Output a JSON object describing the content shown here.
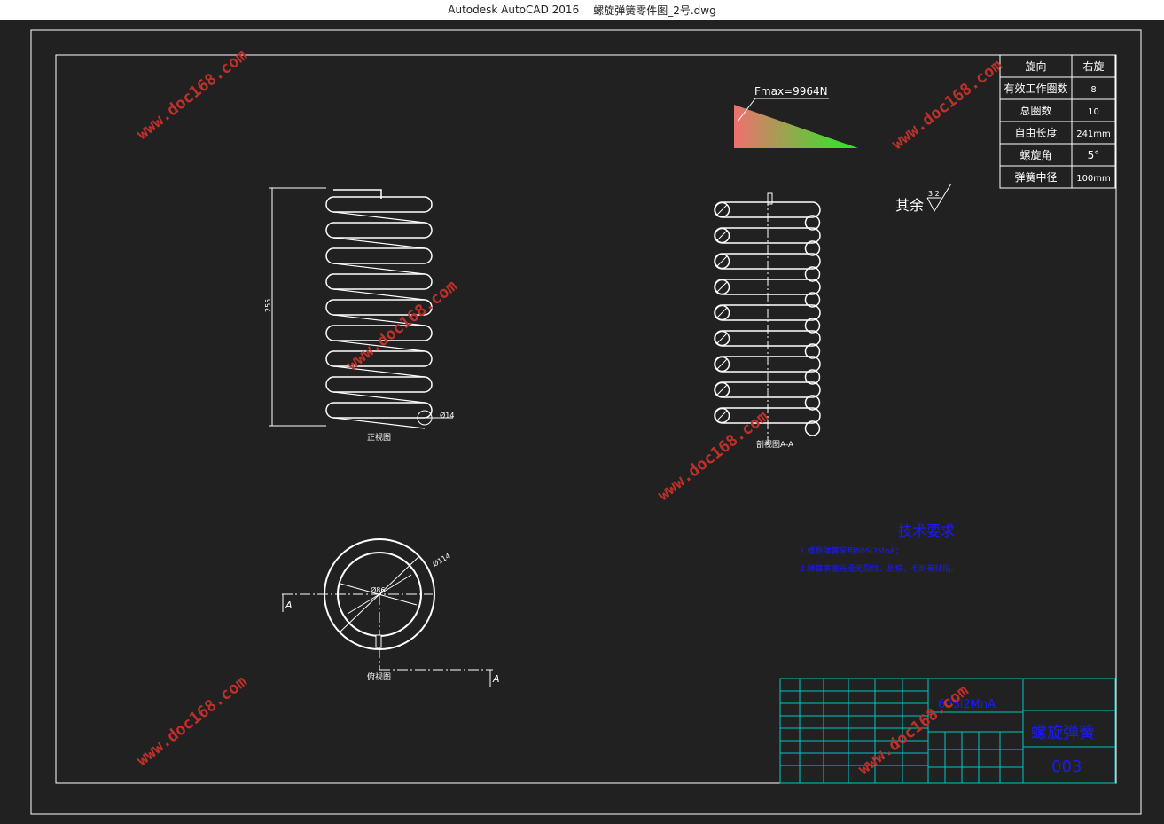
{
  "window": {
    "app_name": "Autodesk AutoCAD 2016",
    "file_name": "螺旋弹簧零件图_2号.dwg"
  },
  "colors": {
    "background": "#212121",
    "lines": "#ffffff",
    "annotation_blue": "#1a1aff",
    "titleblock_cyan": "#00c8c8",
    "watermark": "#c0302b",
    "load_gradient_start": "#f07070",
    "load_gradient_end": "#22ee22"
  },
  "spec_table": {
    "rows": [
      {
        "label": "旋向",
        "value": "右旋"
      },
      {
        "label": "有效工作圈数",
        "value": "8"
      },
      {
        "label": "总圈数",
        "value": "10"
      },
      {
        "label": "自由长度",
        "value": "241mm"
      },
      {
        "label": "螺旋角",
        "value": "5°"
      },
      {
        "label": "弹簧中径",
        "value": "100mm"
      }
    ]
  },
  "load_label": "Fmax=9964N",
  "roughness": {
    "prefix": "其余",
    "value": "3.2"
  },
  "front_view": {
    "title": "正视图",
    "height_dim": "255",
    "wire_dim": "Ø14",
    "coil_count": 9
  },
  "section_view": {
    "title": "剖视图A-A",
    "coil_count": 9
  },
  "top_view": {
    "title": "俯视图",
    "section_mark": "A",
    "outer_dim": "Ø114",
    "inner_dim": "Ø86"
  },
  "tech_requirements": {
    "title": "技术要求",
    "lines": [
      "1.螺旋弹簧采用60Si2MnA；",
      "2.弹簧表面光滑无裂纹、划痕、毛刺等缺陷。"
    ]
  },
  "title_block": {
    "material": "60Si2MnA",
    "part_name": "螺旋弹簧",
    "drawing_no": "003"
  },
  "watermark_text": "www.doc168.com"
}
